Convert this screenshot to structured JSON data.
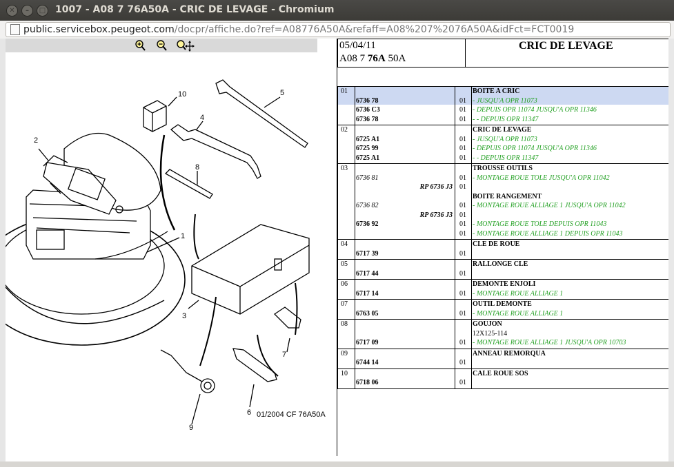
{
  "window": {
    "title": "1007 - A08 7 76A50A - CRIC DE LEVAGE - Chromium"
  },
  "address_bar": {
    "host": "public.servicebox.peugeot.com",
    "path": "/docpr/affiche.do?ref=A08776A50A&refaff=A08%207%2076A50A&idFct=FCT0019"
  },
  "diagram": {
    "caption": "01/2004   CF 76A50A",
    "callouts": [
      "1",
      "2",
      "3",
      "4",
      "5",
      "6",
      "7",
      "8",
      "9",
      "10"
    ]
  },
  "header": {
    "date": "05/04/11",
    "ref_prefix": "A08 7 ",
    "ref_bold": "76A",
    "ref_suffix": " 50A",
    "title": "CRIC DE LEVAGE"
  },
  "parts": [
    {
      "group": "01",
      "highlight": true,
      "rows": [
        {
          "ref": "",
          "refstyle": "",
          "qty": "",
          "desc": "BOITE A CRIC",
          "descstyle": "b"
        },
        {
          "ref": "6736 78",
          "refstyle": "b",
          "qty": "01",
          "desc": "- JUSQU'A OPR 11073",
          "descstyle": "g"
        },
        {
          "ref": "6736 C3",
          "refstyle": "b",
          "qty": "01",
          "desc": "- DEPUIS OPR 11074 JUSQU'A OPR 11346",
          "descstyle": "g"
        },
        {
          "ref": "6736 78",
          "refstyle": "b",
          "qty": "01",
          "desc": "- - DEPUIS OPR 11347",
          "descstyle": "g"
        }
      ]
    },
    {
      "group": "02",
      "highlight": false,
      "rows": [
        {
          "ref": "",
          "refstyle": "",
          "qty": "",
          "desc": "CRIC DE LEVAGE",
          "descstyle": "b"
        },
        {
          "ref": "6725 A1",
          "refstyle": "b",
          "qty": "01",
          "desc": "- JUSQU'A OPR 11073",
          "descstyle": "g"
        },
        {
          "ref": "6725 99",
          "refstyle": "b",
          "qty": "01",
          "desc": "- DEPUIS OPR 11074 JUSQU'A OPR 11346",
          "descstyle": "g"
        },
        {
          "ref": "6725 A1",
          "refstyle": "b",
          "qty": "01",
          "desc": "- - DEPUIS OPR 11347",
          "descstyle": "g"
        }
      ]
    },
    {
      "group": "03",
      "highlight": false,
      "rows": [
        {
          "ref": "",
          "refstyle": "",
          "qty": "",
          "desc": "TROUSSE OUTILS",
          "descstyle": "b"
        },
        {
          "ref": "6736 81",
          "refstyle": "i",
          "qty": "01",
          "desc": "- MONTAGE ROUE TOLE JUSQU'A OPR 11042",
          "descstyle": "g"
        },
        {
          "ref": "RP 6736 J3",
          "refstyle": "rp",
          "qty": "01",
          "desc": "",
          "descstyle": ""
        },
        {
          "ref": "",
          "refstyle": "",
          "qty": "",
          "desc": "BOITE RANGEMENT",
          "descstyle": "b"
        },
        {
          "ref": "6736 82",
          "refstyle": "i",
          "qty": "01",
          "desc": "- MONTAGE ROUE ALLIAGE 1 JUSQU'A OPR 11042",
          "descstyle": "g"
        },
        {
          "ref": "RP 6736 J3",
          "refstyle": "rp",
          "qty": "01",
          "desc": "",
          "descstyle": ""
        },
        {
          "ref": "6736 92",
          "refstyle": "b",
          "qty": "01",
          "desc": "- MONTAGE ROUE TOLE DEPUIS OPR 11043",
          "descstyle": "g"
        },
        {
          "ref": "",
          "refstyle": "",
          "qty": "01",
          "desc": "- MONTAGE ROUE ALLIAGE 1 DEPUIS OPR 11043",
          "descstyle": "g"
        }
      ]
    },
    {
      "group": "04",
      "highlight": false,
      "rows": [
        {
          "ref": "",
          "refstyle": "",
          "qty": "",
          "desc": "CLE DE ROUE",
          "descstyle": "b"
        },
        {
          "ref": "6717 39",
          "refstyle": "b",
          "qty": "01",
          "desc": "",
          "descstyle": ""
        }
      ]
    },
    {
      "group": "05",
      "highlight": false,
      "rows": [
        {
          "ref": "",
          "refstyle": "",
          "qty": "",
          "desc": "RALLONGE CLE",
          "descstyle": "b"
        },
        {
          "ref": "6717 44",
          "refstyle": "b",
          "qty": "01",
          "desc": "",
          "descstyle": ""
        }
      ]
    },
    {
      "group": "06",
      "highlight": false,
      "rows": [
        {
          "ref": "",
          "refstyle": "",
          "qty": "",
          "desc": "DEMONTE ENJOLI",
          "descstyle": "b"
        },
        {
          "ref": "6717 14",
          "refstyle": "b",
          "qty": "01",
          "desc": "- MONTAGE ROUE ALLIAGE 1",
          "descstyle": "g"
        }
      ]
    },
    {
      "group": "07",
      "highlight": false,
      "rows": [
        {
          "ref": "",
          "refstyle": "",
          "qty": "",
          "desc": "OUTIL DEMONTE",
          "descstyle": "b"
        },
        {
          "ref": "6763 05",
          "refstyle": "b",
          "qty": "01",
          "desc": "- MONTAGE ROUE ALLIAGE 1",
          "descstyle": "g"
        }
      ]
    },
    {
      "group": "08",
      "highlight": false,
      "rows": [
        {
          "ref": "",
          "refstyle": "",
          "qty": "",
          "desc": "GOUJON",
          "descstyle": "b"
        },
        {
          "ref": "",
          "refstyle": "",
          "qty": "",
          "desc": "12X125-114",
          "descstyle": "n"
        },
        {
          "ref": "6717 09",
          "refstyle": "b",
          "qty": "01",
          "desc": "- MONTAGE ROUE ALLIAGE 1 JUSQU'A OPR 10703",
          "descstyle": "g"
        }
      ]
    },
    {
      "group": "09",
      "highlight": false,
      "rows": [
        {
          "ref": "",
          "refstyle": "",
          "qty": "",
          "desc": "ANNEAU REMORQUA",
          "descstyle": "b"
        },
        {
          "ref": "6744 14",
          "refstyle": "b",
          "qty": "01",
          "desc": "",
          "descstyle": ""
        }
      ]
    },
    {
      "group": "10",
      "highlight": false,
      "rows": [
        {
          "ref": "",
          "refstyle": "",
          "qty": "",
          "desc": "CALE ROUE SOS",
          "descstyle": "b"
        },
        {
          "ref": "6718 06",
          "refstyle": "b",
          "qty": "01",
          "desc": "",
          "descstyle": ""
        }
      ]
    }
  ]
}
